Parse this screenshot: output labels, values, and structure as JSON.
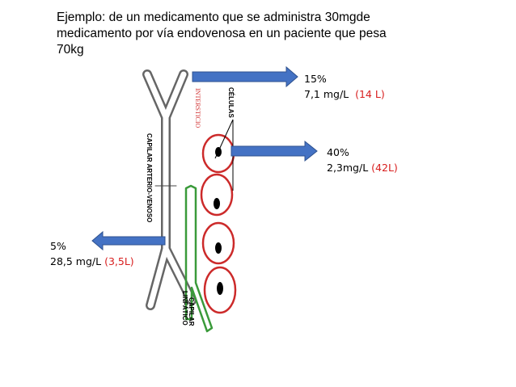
{
  "title": {
    "line1": "Ejemplo: de un medicamento que se administra 30mgde",
    "line2": "medicamento por vía  endovenosa en un paciente que pesa",
    "line3": "70kg"
  },
  "labels": {
    "celulas": {
      "percent": "15%",
      "conc": "7,1 mg/L",
      "volume": "(14 L)"
    },
    "intersticio": {
      "percent": "40%",
      "conc": "2,3mg/L",
      "volume": "(42L)"
    },
    "plasma": {
      "percent": "5%",
      "conc": "28,5 mg/L",
      "volume": "(3,5L)"
    }
  },
  "diagram": {
    "capilar_arterio_venoso": "CAPILAR ARTERIO-VENOSO",
    "intersticio": "INTERSTICIO",
    "celulas": "CÉLULAS",
    "capilar_linfatico_1": "CAPILAR",
    "capilar_linfatico_2": "LINFÁTICO"
  },
  "colors": {
    "arrow": "#4472c4",
    "arrow_stroke": "#2f528f",
    "cell_border": "#cc2a2a",
    "lymph": "#3a9a3a",
    "intersticio_text": "#d03030",
    "highlight": "#d81e1e"
  }
}
